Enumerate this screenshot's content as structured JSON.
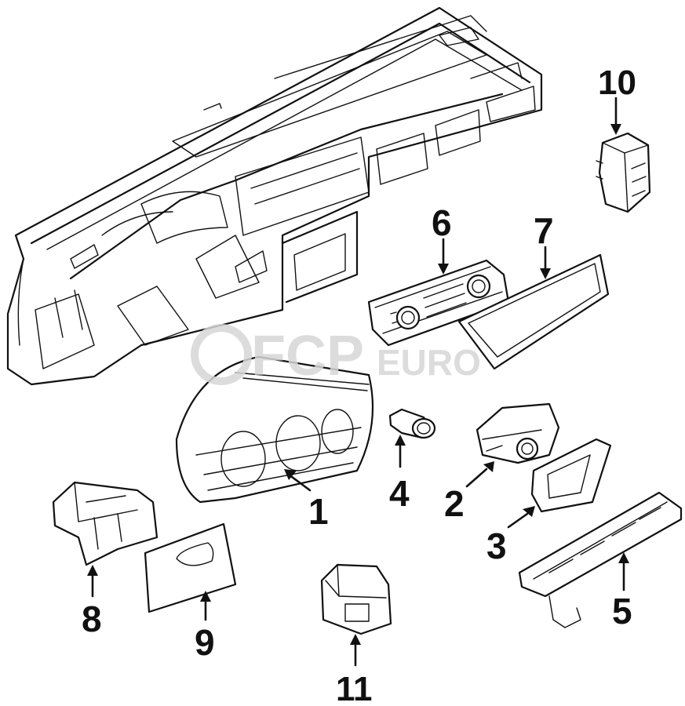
{
  "watermark": {
    "brand_main": "FCP",
    "brand_suffix": "EURO"
  },
  "callouts": [
    {
      "id": "1",
      "label": "1"
    },
    {
      "id": "2",
      "label": "2"
    },
    {
      "id": "3",
      "label": "3"
    },
    {
      "id": "4",
      "label": "4"
    },
    {
      "id": "5",
      "label": "5"
    },
    {
      "id": "6",
      "label": "6"
    },
    {
      "id": "7",
      "label": "7"
    },
    {
      "id": "8",
      "label": "8"
    },
    {
      "id": "9",
      "label": "9"
    },
    {
      "id": "10",
      "label": "10"
    },
    {
      "id": "11",
      "label": "11"
    }
  ],
  "colors": {
    "line": "#111111",
    "background": "#ffffff",
    "watermark": "#d6d6d6"
  }
}
